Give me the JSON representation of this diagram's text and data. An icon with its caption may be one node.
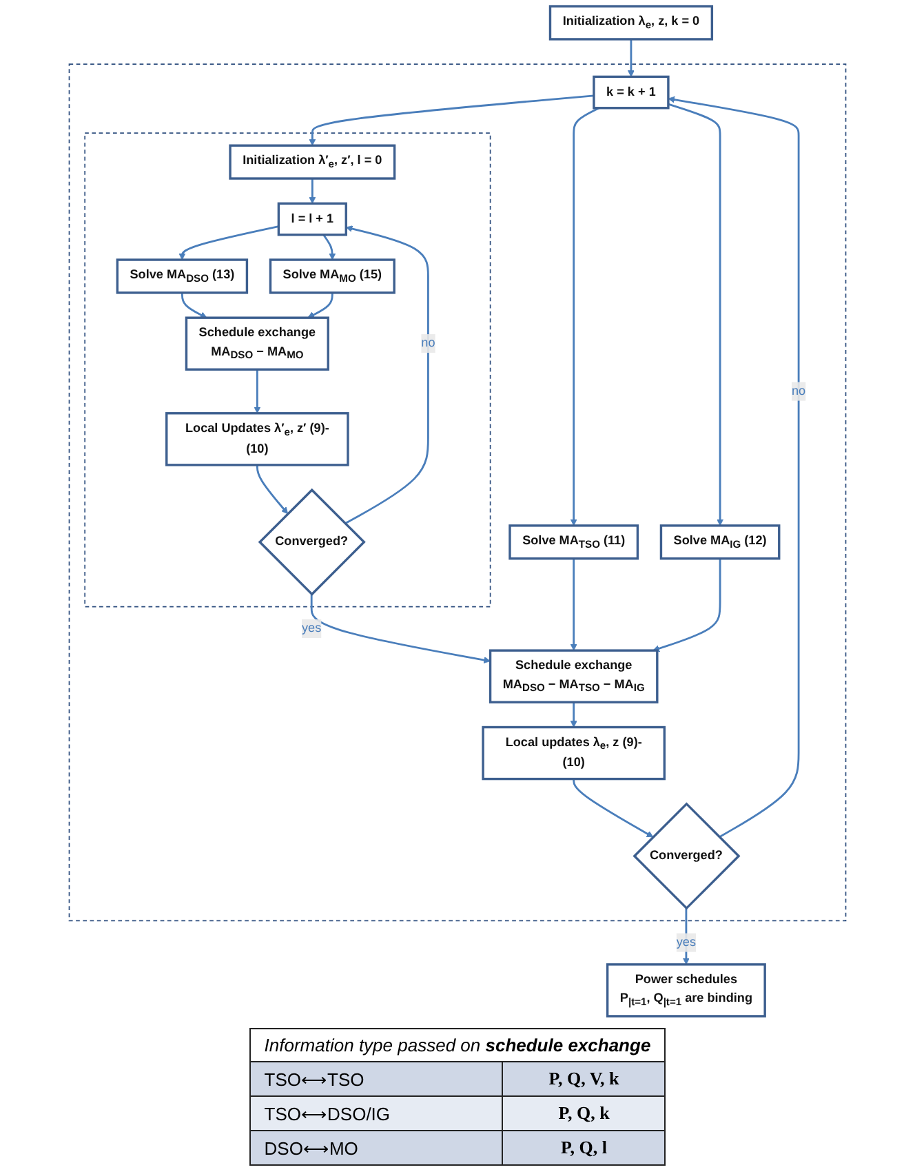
{
  "diagram": {
    "nodes": [
      {
        "text": [
          "Initialization λ$_{e}$, z, k = 0"
        ]
      },
      {
        "text": [],
        "shape": "box"
      },
      {
        "text": [
          "k = k + 1"
        ],
        "in": 1
      },
      {
        "text": [
          "Solve MA$_{TSO}$ (11)"
        ],
        "in": 1
      },
      {
        "text": [
          "Solve MA$_{IG}$ (12)"
        ],
        "in": 1
      },
      {
        "text": [],
        "shape": "box",
        "in": 1
      },
      {
        "text": [
          "Initialization λ′$_{e}$, z′, l = 0"
        ],
        "in": 5
      },
      {
        "text": [
          "l = l + 1"
        ],
        "in": 5
      },
      {
        "text": [
          "Solve MA$_{DSO}$ (13)"
        ],
        "in": 5
      },
      {
        "text": [
          "Solve MA$_{MO}$ (15)"
        ],
        "in": 5
      },
      {
        "text": [
          "Schedule exchange",
          "MA$_{DSO}$ − MA$_{MO}$"
        ],
        "in": 5
      },
      {
        "text": [
          "Local Updates λ′$_{e}$, z′ (9)-(10)"
        ],
        "in": 5
      },
      {
        "text": [
          "Converged?"
        ],
        "in": 5
      },
      {
        "text": [
          "Schedule exchange",
          "MA$_{DSO}$ − MA$_{TSO}$ − MA$_{IG}$"
        ],
        "in": 1
      },
      {
        "text": [
          "Local updates λ$_{e}$, z (9)-(10)"
        ],
        "in": 1
      },
      {
        "text": [
          "Converged?"
        ],
        "in": 1
      },
      {
        "text": [
          "Power schedules",
          "P$_{|t=1}$, Q$_{|t=1}$ are binding"
        ]
      }
    ],
    "edges": [
      {
        "from": 0,
        "to": 2,
        "arrow": "to"
      },
      {
        "from": 2,
        "to": 3,
        "arrow": "to"
      },
      {
        "from": 2,
        "to": 4,
        "arrow": "to"
      },
      {
        "from": 2,
        "to": 6,
        "arrow": "to"
      },
      {
        "from": 6,
        "to": 7,
        "arrow": "to"
      },
      {
        "from": 7,
        "to": 8,
        "arrow": "to"
      },
      {
        "from": 7,
        "to": 9,
        "arrow": "to"
      },
      {
        "from": 8,
        "to": 10,
        "arrow": "to"
      },
      {
        "from": 9,
        "to": 10,
        "arrow": "to"
      },
      {
        "from": 10,
        "to": 11,
        "arrow": "to"
      },
      {
        "from": 11,
        "to": 12,
        "arrow": "to"
      },
      {
        "from": 12,
        "to": 7,
        "label": "no",
        "arrow": "to"
      },
      {
        "from": 12,
        "to": 13,
        "label": "yes",
        "arrow": "to"
      },
      {
        "from": 3,
        "to": 13,
        "arrow": "to"
      },
      {
        "from": 4,
        "to": 13,
        "arrow": "to"
      },
      {
        "from": 13,
        "to": 14,
        "arrow": "to"
      },
      {
        "from": 14,
        "to": 15,
        "arrow": "to"
      },
      {
        "from": 15,
        "to": 2,
        "label": "no",
        "arrow": "to"
      },
      {
        "from": 15,
        "to": 16,
        "label": "yes",
        "arrow": "to"
      }
    ],
    "labels": [
      "Information type passed on **schedule exchange**",
      "TSO⟷TSO",
      "P, Q, V, k",
      "TSO⟷DSO/IG",
      "P, Q, k",
      "DSO⟷MO",
      "P, Q, l"
    ]
  }
}
